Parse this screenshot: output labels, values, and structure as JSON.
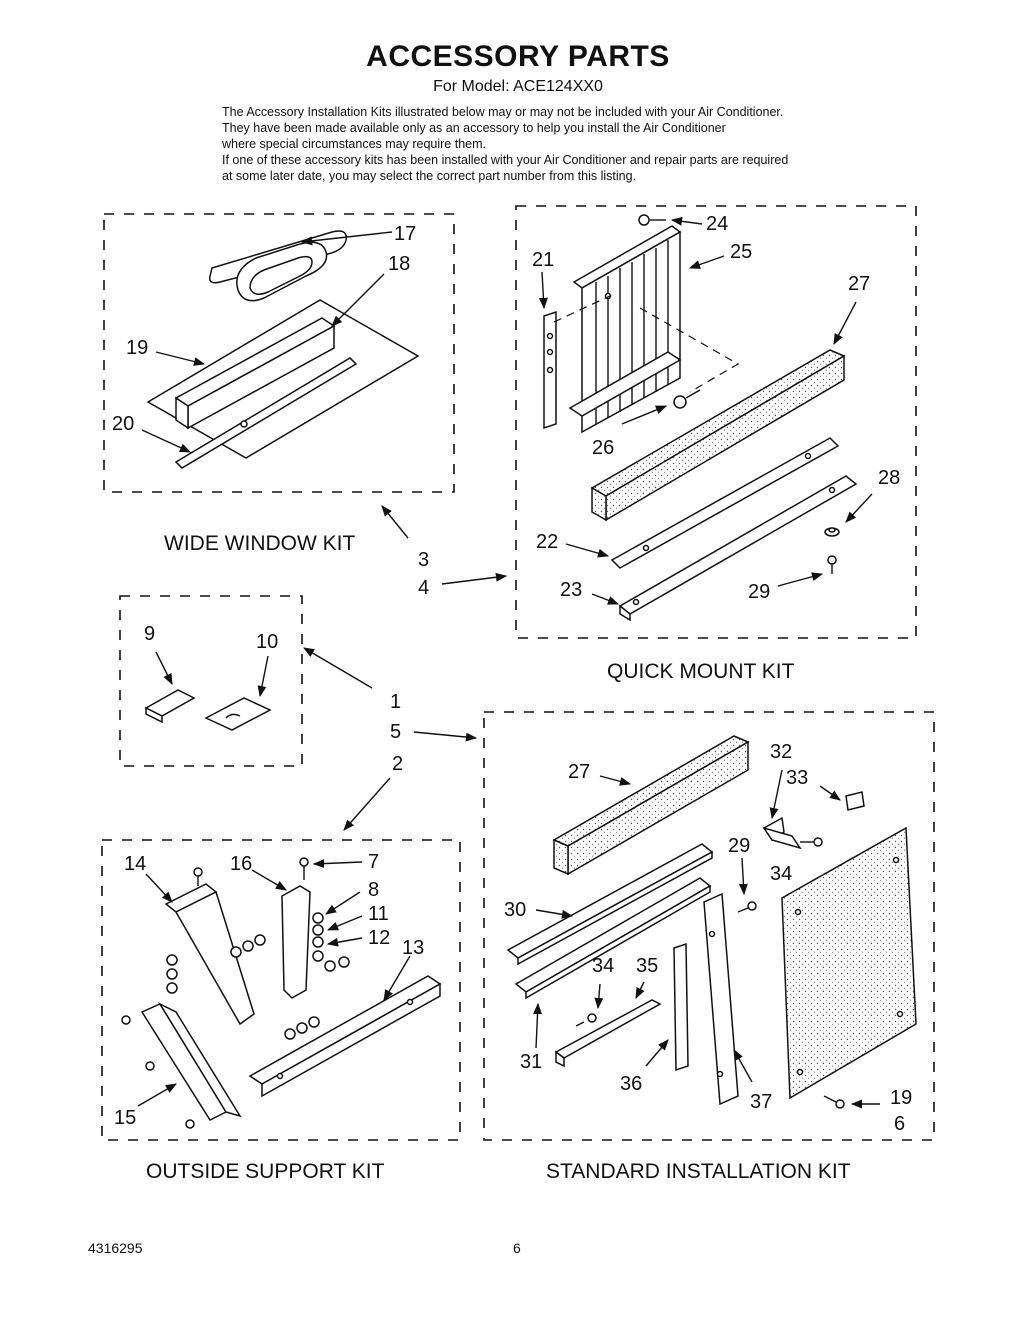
{
  "header": {
    "title": "ACCESSORY PARTS",
    "model": "For Model: ACE124XX0",
    "intro_1": "The Accessory Installation Kits illustrated below may or may not be included with your Air Conditioner.",
    "intro_2": "They have been made available only as an accessory to help you install the Air Conditioner",
    "intro_3": "where special circumstances may require them.",
    "intro_4": "If one of these accessory kits has been installed with your Air Conditioner and repair parts are required",
    "intro_5": "at some later date, you may select the correct part number from this listing."
  },
  "kits": {
    "wide_window": "WIDE WINDOW KIT",
    "quick_mount": "QUICK MOUNT KIT",
    "outside_support": "OUTSIDE SUPPORT KIT",
    "standard_installation": "STANDARD INSTALLATION KIT"
  },
  "callouts": {
    "c1": "1",
    "c2": "2",
    "c3": "3",
    "c4": "4",
    "c5": "5",
    "c6": "6",
    "c7": "7",
    "c8": "8",
    "c9": "9",
    "c10": "10",
    "c11": "11",
    "c12": "12",
    "c13": "13",
    "c14": "14",
    "c15": "15",
    "c16": "16",
    "c17": "17",
    "c18": "18",
    "c19": "19",
    "c19b": "19",
    "c20": "20",
    "c21": "21",
    "c22": "22",
    "c23": "23",
    "c24": "24",
    "c25": "25",
    "c26": "26",
    "c27": "27",
    "c27b": "27",
    "c28": "28",
    "c29": "29",
    "c29b": "29",
    "c30": "30",
    "c31": "31",
    "c32": "32",
    "c33": "33",
    "c34": "34",
    "c34b": "34",
    "c35": "35",
    "c36": "36",
    "c37": "37"
  },
  "footer": {
    "doc_number": "4316295",
    "page": "6"
  }
}
